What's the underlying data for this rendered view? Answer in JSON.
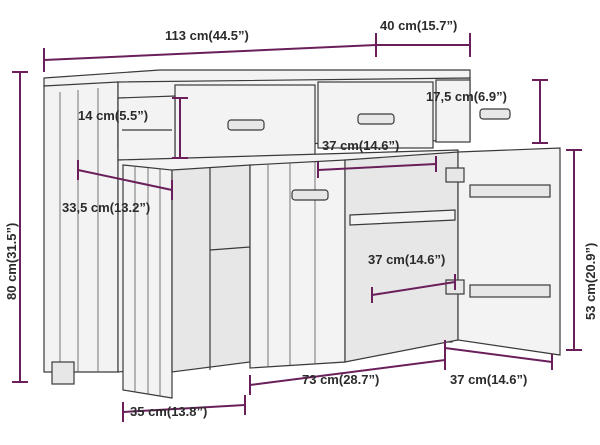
{
  "dimensions": {
    "top_width": "113 cm(44.5”)",
    "top_depth": "40 cm(15.7”)",
    "drawer_side_height": "14 cm(5.5”)",
    "drawer_height": "17,5 cm(6.9”)",
    "drawer_width": "37 cm(14.6”)",
    "left_depth": "33,5 cm(13.2”)",
    "total_height": "80 cm(31.5”)",
    "cabinet_height": "53 cm(20.9”)",
    "shelf_width": "37 cm(14.6”)",
    "inner_width": "73 cm(28.7”)",
    "left_door_width": "35 cm(13.8”)",
    "right_door_width": "37 cm(14.6”)"
  }
}
